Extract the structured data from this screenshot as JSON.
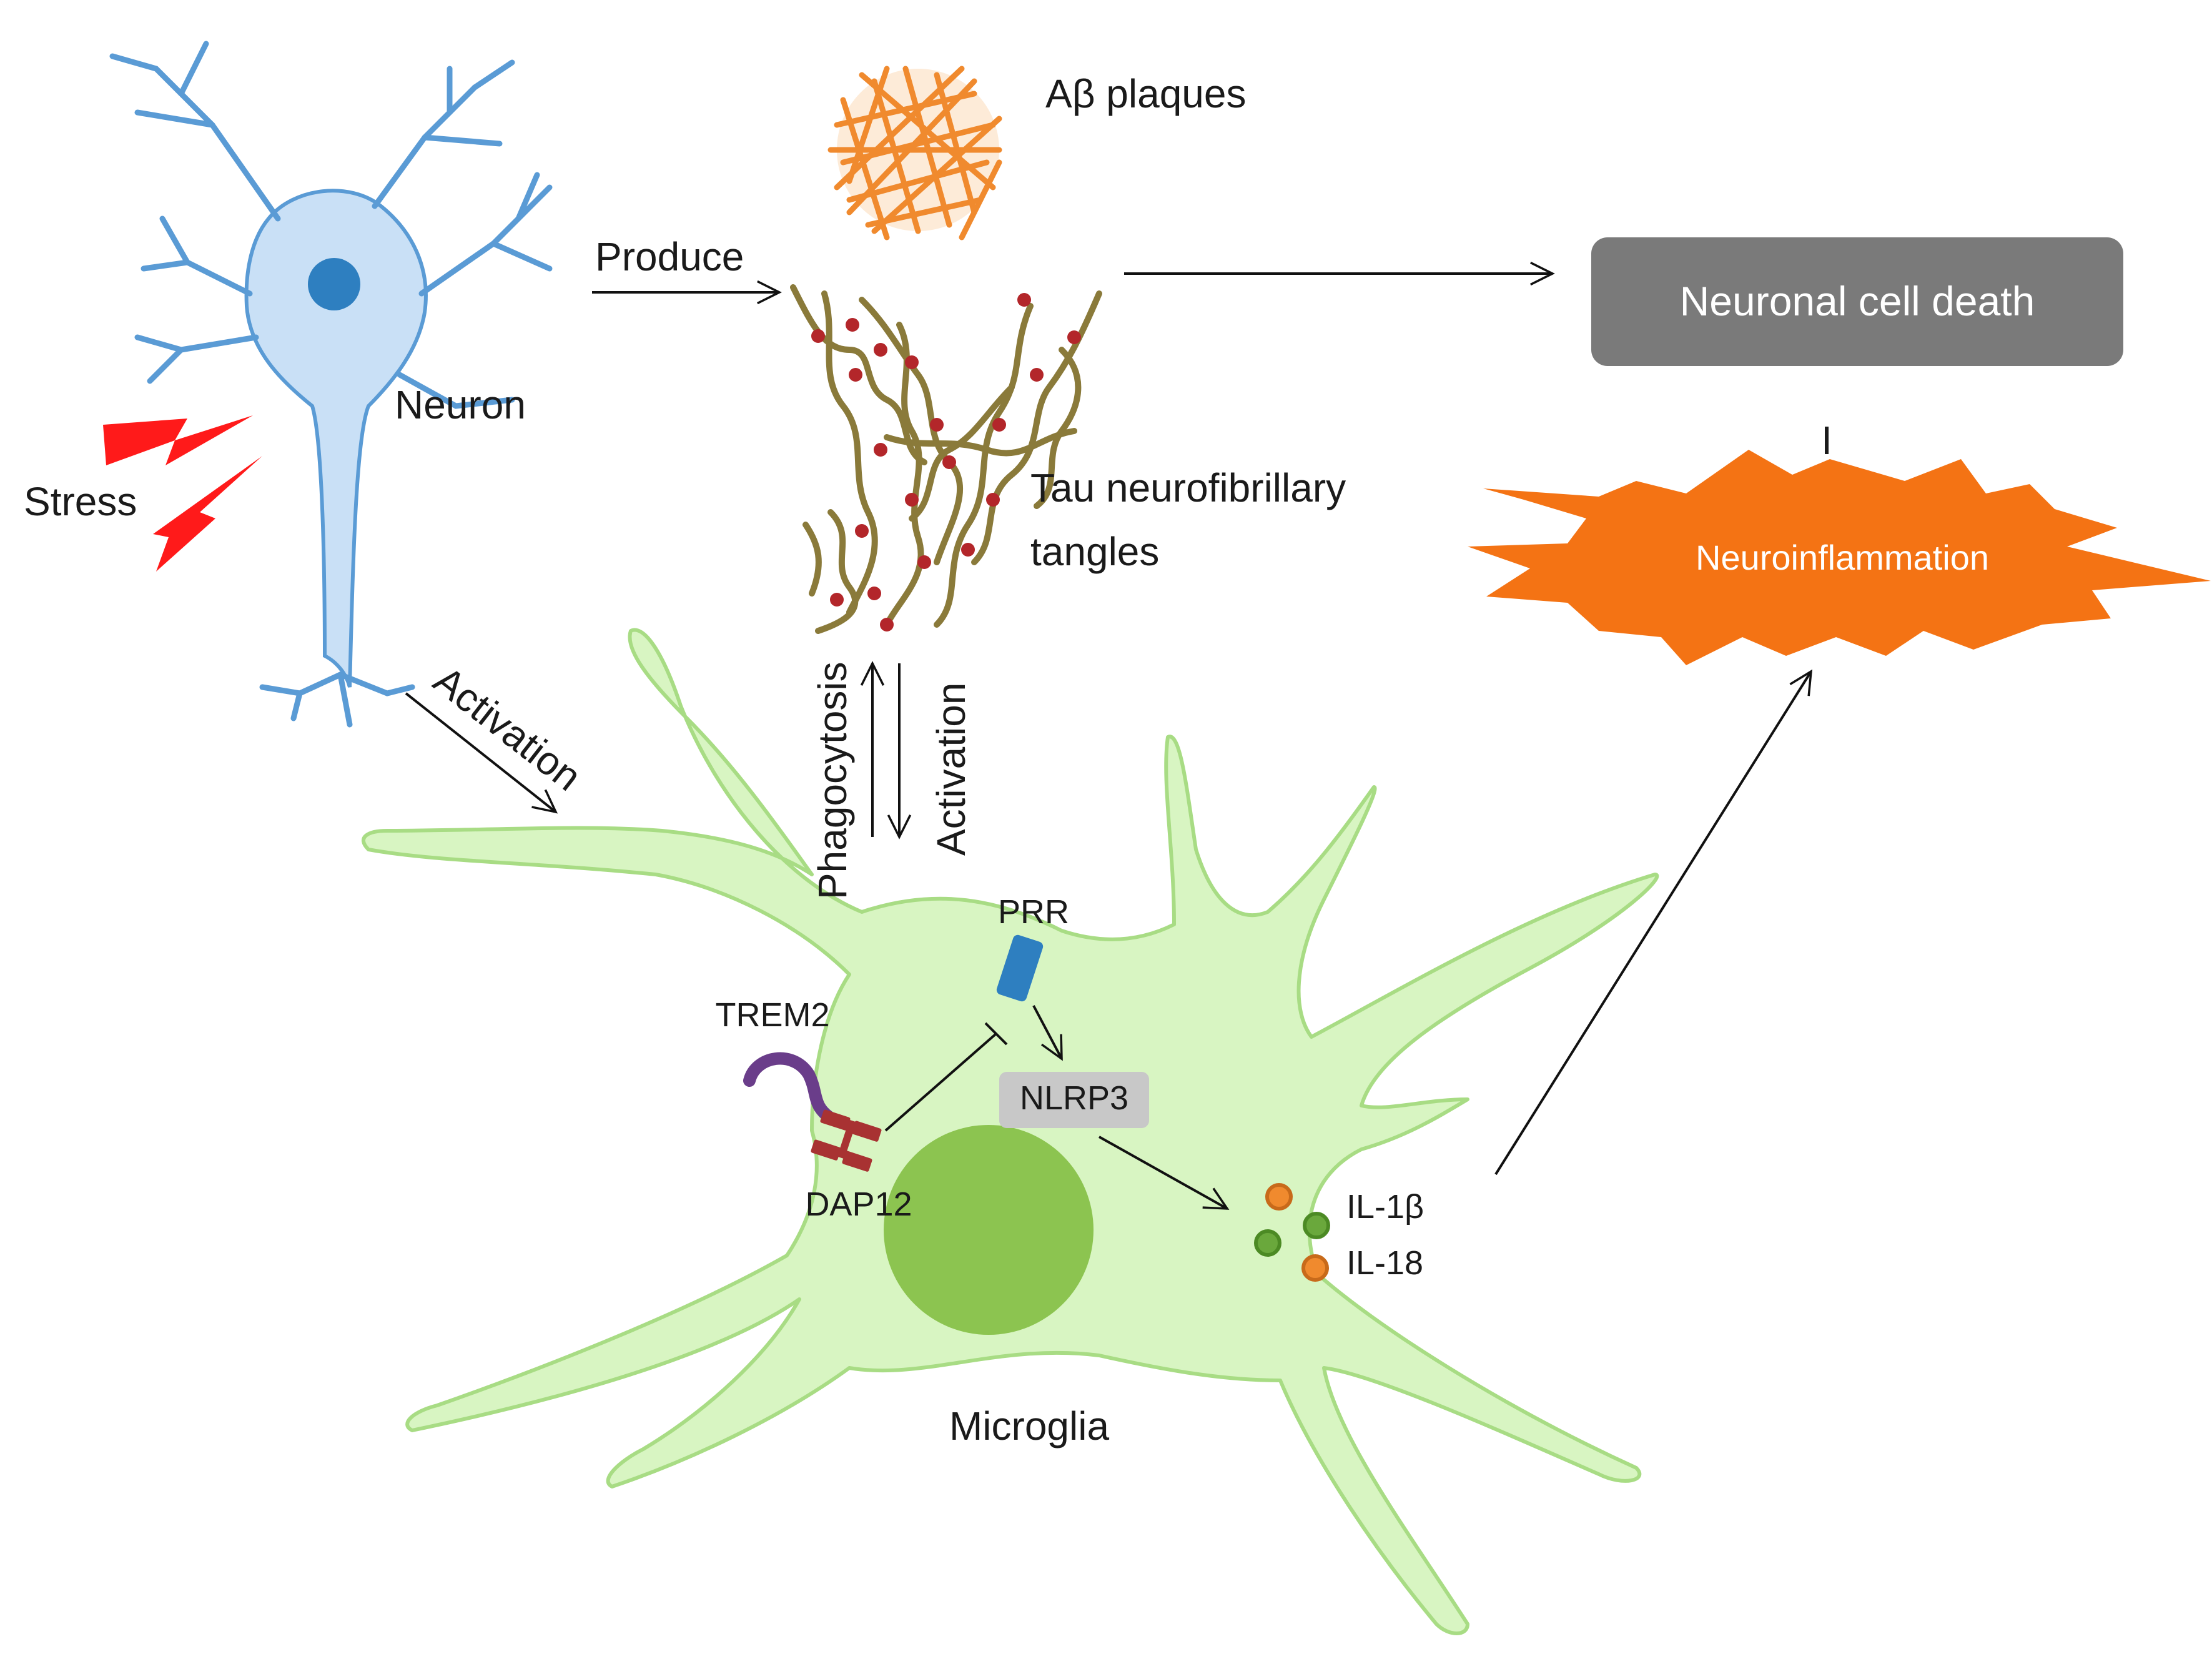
{
  "labels": {
    "neuron": "Neuron",
    "stress": "Stress",
    "produce": "Produce",
    "abeta": "Aβ plaques",
    "tau_line1": "Tau neurofibrillary",
    "tau_line2": "tangles",
    "death": "Neuronal cell death",
    "inhibit_mark": "I",
    "neuroinflammation": "Neuroinflammation",
    "activation_neuron": "Activation",
    "phagocytosis": "Phagocytosis",
    "activation_tau": "Activation",
    "prr": "PRR",
    "trem2": "TREM2",
    "dap12": "DAP12",
    "nlrp3": "NLRP3",
    "il1b": "IL-1β",
    "il18": "IL-18",
    "microglia": "Microglia"
  },
  "colors": {
    "neuron_fill": "#c9e0f6",
    "neuron_stroke": "#5a9bd5",
    "neuron_nucleus": "#2e7fc0",
    "stress_bolt": "#ff1a1a",
    "plaque": "#f08a2e",
    "tau_fiber": "#8a7a3a",
    "tau_dots": "#b3262a",
    "death_box": "#7a7a7a",
    "neuroinflammation": "#f47314",
    "microglia_fill": "#d8f5c2",
    "microglia_stroke": "#a8dc84",
    "microglia_nucleus": "#8cc450",
    "prr": "#2e7fc0",
    "trem2": "#6a3d8a",
    "dap12": "#a83232",
    "nlrp3_box": "#c8c8c8",
    "cytokine_orange": "#f08a2e",
    "cytokine_green": "#6aa83c"
  }
}
